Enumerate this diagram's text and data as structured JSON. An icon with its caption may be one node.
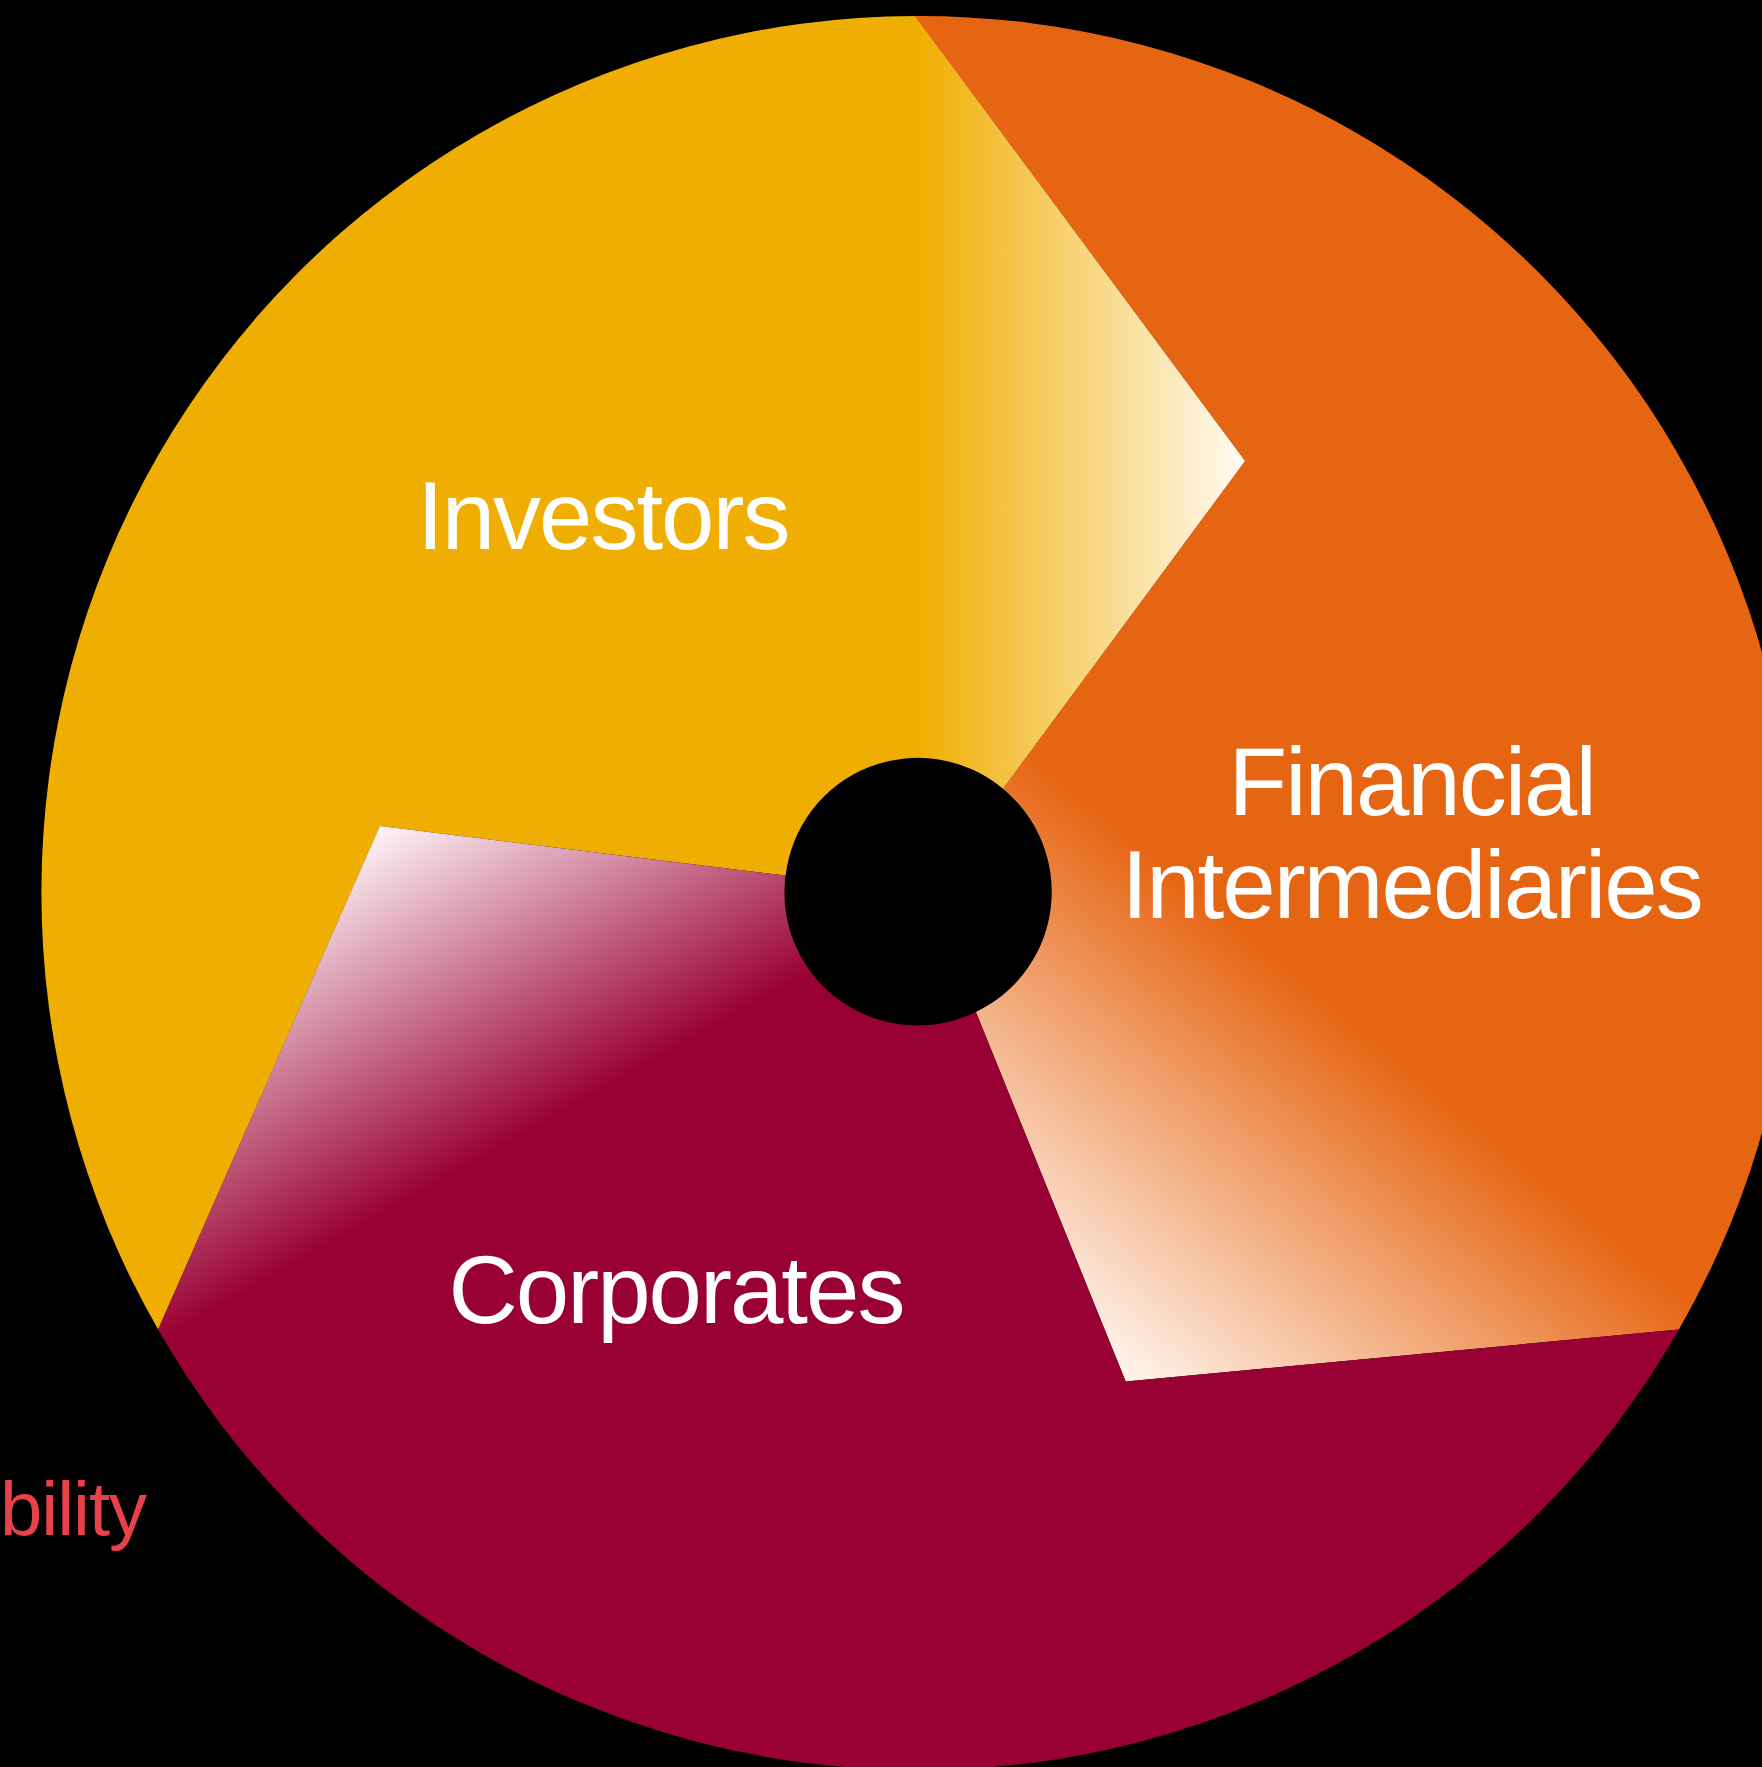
{
  "diagram": {
    "nodes": [
      {
        "text": [
          "Investors"
        ]
      },
      {
        "text": [
          "Financial Intermediaries"
        ]
      },
      {
        "text": [
          "Corporates"
        ]
      },
      {
        "text": [],
        "shape": "circle"
      }
    ],
    "labels": [
      "bility"
    ]
  }
}
